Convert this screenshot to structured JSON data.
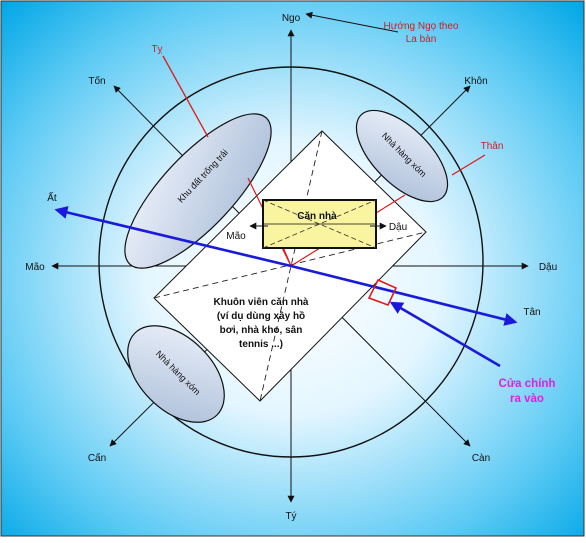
{
  "directions": {
    "north": "Ngo",
    "south": "Tý",
    "west": "Mão",
    "east": "Dậu",
    "northwest": "Tốn",
    "northeast": "Khôn",
    "southwest": "Cấn",
    "southeast": "Càn",
    "at": "Ất",
    "tan": "Tân"
  },
  "annotations": {
    "compass_note_line1": "Hướng Ngọ theo",
    "compass_note_line2": "La bàn",
    "ty_label": "Tỵ",
    "than_label": "Thân",
    "door_line1": "Cửa chính",
    "door_line2": "ra vào"
  },
  "areas": {
    "empty_lot": "Khu đất trống trải",
    "neighbor_top": "Nhà hàng xóm",
    "neighbor_bottom": "Nhà hàng xóm",
    "house": "Căn nhà",
    "house_west": "Mão",
    "house_east": "Dậu",
    "yard_line1": "Khuôn viên căn nhà",
    "yard_line2": "(ví dụ dùng xây hồ",
    "yard_line3": "bơi, nhà kho, sân",
    "yard_line4": "tennis ...)"
  },
  "colors": {
    "background_edge": "#00a8e8",
    "background_center": "#ffffff",
    "axis_blue": "#1a1adc",
    "highlight_red": "#e01a1a",
    "door_magenta": "#e020e0",
    "house_fill": "#f8f4a0",
    "ellipse_fill": "#b8c8e0"
  }
}
